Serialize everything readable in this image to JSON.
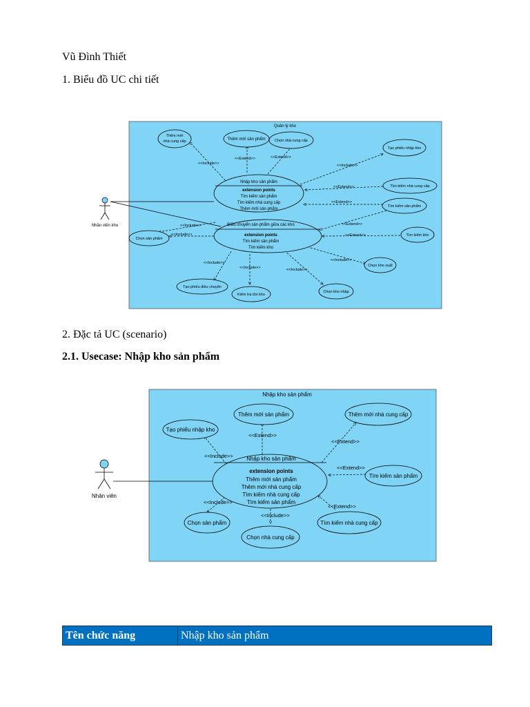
{
  "doc": {
    "author": "Vũ Đình Thiết",
    "section1": "1. Biểu đồ UC chi tiết",
    "section2": "2. Đặc tả UC (scenario)",
    "section21": "2.1. Usecase: Nhập kho sản phẩm"
  },
  "diagram1": {
    "title": "Quản lý kho",
    "actor": "Nhân viên kho",
    "uc_main1": "Nhập kho sản phẩm",
    "ext_points_label": "extension points",
    "main1_points": [
      "Tìm kiếm sản phẩm",
      "Tìm kiếm nhà cung cấp",
      "Thêm mới sản phẩm"
    ],
    "uc_main2": "Điều chuyển sản phẩm giữa các kho",
    "main2_points": [
      "Tìm kiếm sản phẩm",
      "Tìm kiếm kho"
    ],
    "uc_add_supplier": [
      "Thêm mới",
      "nhà cung cấp"
    ],
    "uc_add_product": "Thêm mới sản phẩm",
    "uc_choose_supplier": "Chọn nhà cung cấp",
    "uc_create_import": "Tạo phiếu nhập kho",
    "uc_search_supplier": "Tìm kiếm nhà cung cấp",
    "uc_search_product": "Tìm kiếm sản phẩm",
    "uc_search_warehouse": "Tìm kiếm kho",
    "uc_choose_export": "Chọn kho xuất",
    "uc_choose_import": "Chọn kho nhập",
    "uc_check_stock": "Kiểm tra tồn kho",
    "uc_create_transfer": "Tạo phiếu điều chuyển",
    "uc_choose_product": "Chọn sản phẩm",
    "include": "<<Include>>",
    "extend": "<<Extend>>"
  },
  "diagram2": {
    "title": "Nhập kho sản phẩm",
    "actor": "Nhân viên",
    "uc_main": "Nhập kho sản phẩm",
    "ext_points_label": "extension points",
    "points": [
      "Thêm mới sản phẩm",
      "Thêm mới nhà cung cấp",
      "Tìm kiếm nhà cung cấp",
      "Tìm kiếm sản phẩm"
    ],
    "uc_create_import": "Tạo phiếu nhập kho",
    "uc_add_product": "Thêm mới sản phẩm",
    "uc_add_supplier": "Thêm mới nhà cung cấp",
    "uc_search_product": "Tìm kiếm sản phẩm",
    "uc_search_supplier": "Tìm kiếm nhà cung cấp",
    "uc_choose_product": "Chọn sản phẩm",
    "uc_choose_supplier": "Chọn nhà cung cấp",
    "include": "<<Include>>",
    "extend": "<<Extend>>"
  },
  "spec_table": {
    "rows": [
      {
        "key": "Tên chức năng",
        "value": "Nhập kho sản phẩm"
      }
    ]
  },
  "colors": {
    "diagram_bg": "#80d4f6",
    "usecase_fill": "#7fd4f5",
    "table_header": "#0070c0"
  }
}
